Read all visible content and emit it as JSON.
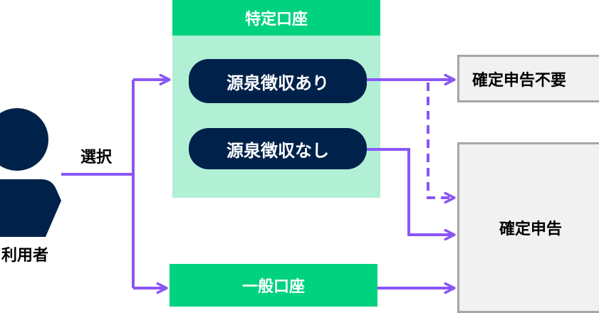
{
  "diagram": {
    "actor": {
      "label": "利用者",
      "icon": "person-icon"
    },
    "select_label": "選択",
    "tokutei_account": {
      "title": "特定口座",
      "options": [
        {
          "label": "源泉徴収あり"
        },
        {
          "label": "源泉徴収なし"
        }
      ]
    },
    "general_account": {
      "title": "一般口座"
    },
    "outcomes": {
      "no_filing": "確定申告不要",
      "filing": "確定申告"
    },
    "colors": {
      "arrow": "#8a56f5",
      "header_green": "#00d27f",
      "panel_mint": "#b2f0d6",
      "pill_navy": "#00224a",
      "outcome_fill": "#f1f1f1",
      "outcome_border": "#a6a6a6"
    },
    "connections": [
      {
        "from": "利用者",
        "to": "特定口座",
        "style": "solid"
      },
      {
        "from": "利用者",
        "to": "一般口座",
        "style": "solid"
      },
      {
        "from": "源泉徴収あり",
        "to": "確定申告不要",
        "style": "solid"
      },
      {
        "from": "源泉徴収あり",
        "to": "確定申告",
        "style": "dashed"
      },
      {
        "from": "源泉徴収なし",
        "to": "確定申告",
        "style": "solid"
      },
      {
        "from": "一般口座",
        "to": "確定申告",
        "style": "solid"
      }
    ]
  }
}
